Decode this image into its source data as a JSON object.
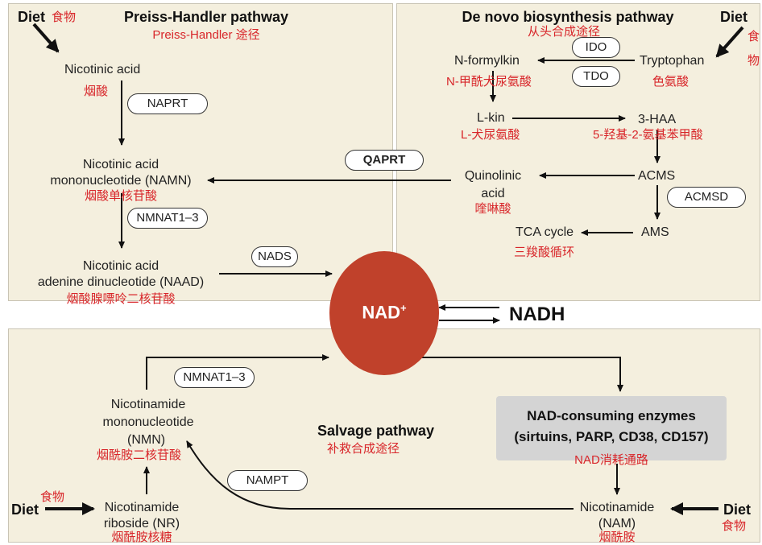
{
  "panels": {
    "preiss": {
      "title": "Preiss-Handler pathway",
      "title_cn": "Preiss-Handler 途径",
      "nicotinic_acid": "Nicotinic acid",
      "nicotinic_acid_cn": "烟酸",
      "namn_line1": "Nicotinic acid",
      "namn_line2": "mononucleotide (NAMN)",
      "namn_cn": "烟酸单核苷酸",
      "naad_line1": "Nicotinic acid",
      "naad_line2": "adenine dinucleotide (NAAD)",
      "naad_cn": "烟酸腺嘌呤二核苷酸",
      "diet": "Diet",
      "diet_cn": "食物"
    },
    "denovo": {
      "title": "De novo biosynthesis pathway",
      "title_cn": "从头合成途径",
      "tryptophan": "Tryptophan",
      "tryptophan_cn": "色氨酸",
      "nformylkin": "N-formylkin",
      "nformylkin_cn": "N-甲酰犬尿氨酸",
      "lkin": "L-kin",
      "lkin_cn": "L-犬尿氨酸",
      "haa": "3-HAA",
      "haa_cn": "5-羟基-2-氨基苯甲酸",
      "acms": "ACMS",
      "quin_line1": "Quinolinic",
      "quin_line2": "acid",
      "quin_cn": "喹啉酸",
      "ams": "AMS",
      "tca": "TCA cycle",
      "tca_cn": "三羧酸循环",
      "diet": "Diet",
      "diet_cn_1": "食",
      "diet_cn_2": "物"
    },
    "salvage": {
      "title": "Salvage pathway",
      "title_cn": "补救合成途径",
      "nmn_line1": "Nicotinamide",
      "nmn_line2": "mononucleotide",
      "nmn_line3": "(NMN)",
      "nmn_cn": "烟酰胺二核苷酸",
      "nr_line1": "Nicotinamide",
      "nr_line2": "riboside (NR)",
      "nr_cn": "烟酰胺核糖",
      "nam_line1": "Nicotinamide",
      "nam_line2": "(NAM)",
      "nam_cn": "烟酰胺",
      "consuming_line1": "NAD-consuming enzymes",
      "consuming_line2": "(sirtuins, PARP, CD38, CD157)",
      "consuming_cn": "NAD消耗通路",
      "diet_left": "Diet",
      "diet_left_cn": "食物",
      "diet_right": "Diet",
      "diet_right_cn": "食物"
    }
  },
  "enzymes": {
    "naprt": "NAPRT",
    "nmnat_top": "NMNAT1–3",
    "nads": "NADS",
    "qaprt": "QAPRT",
    "ido": "IDO",
    "tdo": "TDO",
    "acmsd": "ACMSD",
    "nmnat_bottom": "NMNAT1–3",
    "nampt": "NAMPT"
  },
  "center": {
    "nad": "NAD",
    "nad_sup": "+",
    "nadh": "NADH"
  },
  "colors": {
    "panel_bg": "#f4efde",
    "nad_circle": "#c0412b",
    "chinese_text": "#d8262a",
    "enzyme_box": "#d4d4d4"
  }
}
